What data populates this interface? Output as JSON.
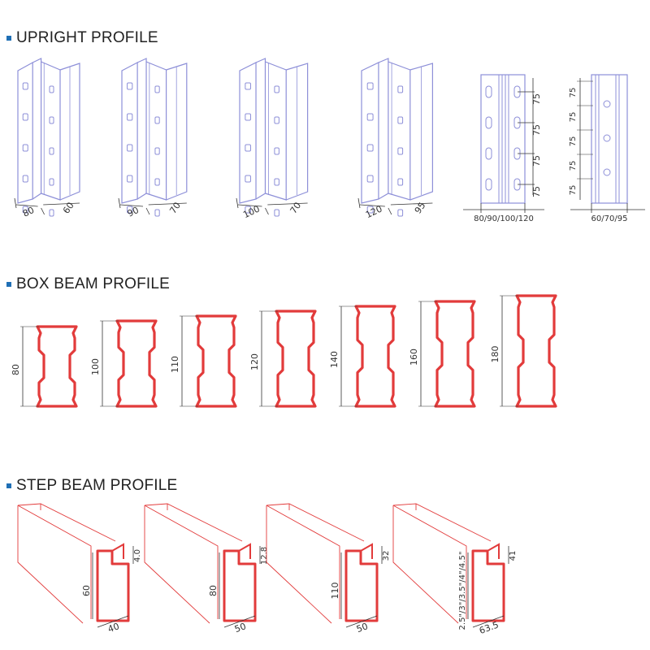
{
  "headings": {
    "upright": "UPRIGHT PROFILE",
    "box_beam": "BOX BEAM PROFILE",
    "step_beam": "STEP BEAM PROFILE"
  },
  "colors": {
    "upright_line": "#8d8fd8",
    "beam_line": "#e23b3b",
    "dimension_line": "#333333",
    "bullet": "#1f6fb5"
  },
  "uprights": [
    {
      "front": "80",
      "side": "60"
    },
    {
      "front": "90",
      "side": "70"
    },
    {
      "front": "100",
      "side": "70"
    },
    {
      "front": "120",
      "side": "95"
    }
  ],
  "upright_front_view": {
    "pitch_labels": [
      "75",
      "75",
      "75",
      "75"
    ],
    "width_label": "80/90/100/120"
  },
  "upright_side_view": {
    "pitch_labels": [
      "75",
      "75",
      "75",
      "75",
      "75"
    ],
    "width_label": "60/70/95"
  },
  "box_beams": [
    "80",
    "100",
    "110",
    "120",
    "140",
    "160",
    "180"
  ],
  "step_beams": [
    {
      "height": "60",
      "width": "40",
      "step": "4.0"
    },
    {
      "height": "80",
      "width": "50",
      "step": "12.8"
    },
    {
      "height": "110",
      "width": "50",
      "step": "32"
    },
    {
      "height": "2.5\"/3\"/3.5\"/4\"/4.5\"",
      "width": "63.5",
      "step": "41"
    }
  ]
}
